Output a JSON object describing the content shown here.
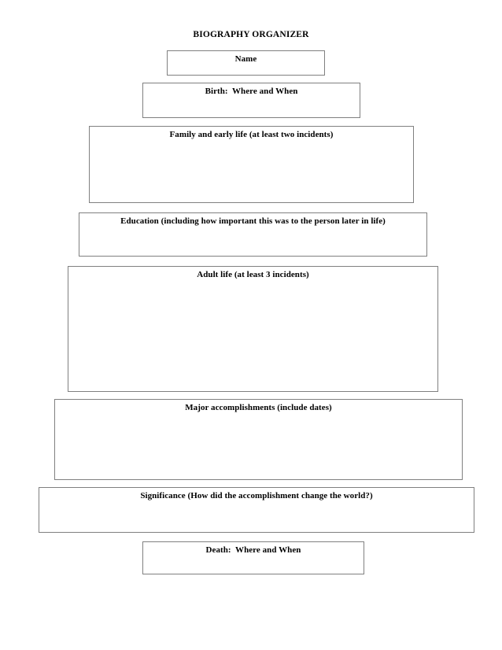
{
  "document": {
    "title": "BIOGRAPHY ORGANIZER",
    "page_background": "#ffffff",
    "box_border_color": "#808080",
    "text_color": "#000000"
  },
  "boxes": [
    {
      "id": "name",
      "label": "Name"
    },
    {
      "id": "birth",
      "label": "Birth:  Where and When"
    },
    {
      "id": "family",
      "label": "Family and early life (at least two incidents)"
    },
    {
      "id": "education",
      "label": "Education (including how important this was to the person later in life)"
    },
    {
      "id": "adult",
      "label": "Adult life (at least 3 incidents)"
    },
    {
      "id": "major",
      "label": "Major accomplishments (include dates)"
    },
    {
      "id": "significance",
      "label": "Significance (How did the accomplishment change the world?)"
    },
    {
      "id": "death",
      "label": "Death:  Where and When"
    }
  ]
}
